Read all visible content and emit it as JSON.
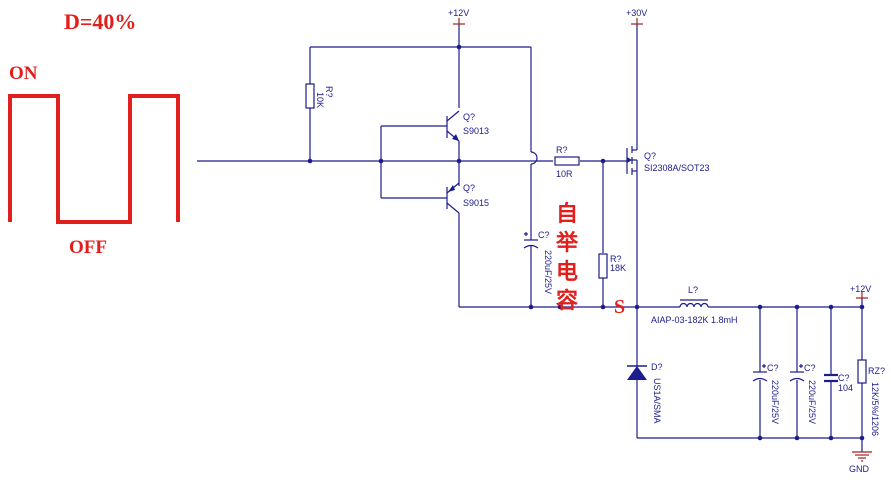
{
  "annotations": {
    "duty": "D=40%",
    "on": "ON",
    "off": "OFF",
    "bootstrap": [
      "自",
      "举",
      "电",
      "容"
    ],
    "switch_node": "S"
  },
  "power": {
    "vcc_driver": "+12V",
    "vin": "+30V",
    "vout": "+12V",
    "ground": "GND"
  },
  "components": {
    "r_pullup": {
      "ref": "R?",
      "value": "10K"
    },
    "q_npn": {
      "ref": "Q?",
      "value": "S9013"
    },
    "q_pnp": {
      "ref": "Q?",
      "value": "S9015"
    },
    "r_gate": {
      "ref": "R?",
      "value": "10R"
    },
    "q_mosfet": {
      "ref": "Q?",
      "value": "SI2308A/SOT23"
    },
    "c_boot": {
      "ref": "C?",
      "value": "220uF/25V"
    },
    "r_gs": {
      "ref": "R?",
      "value": "18K"
    },
    "inductor": {
      "ref": "L?",
      "value": "AIAP-03-182K 1.8mH"
    },
    "diode": {
      "ref": "D?",
      "value": "US1A/SMA"
    },
    "c_out1": {
      "ref": "C?",
      "value": "220uF/25V"
    },
    "c_out2": {
      "ref": "C?",
      "value": "220uF/25V"
    },
    "c_out3": {
      "ref": "C?",
      "value": "104"
    },
    "r_load": {
      "ref": "RZ?",
      "value": "12K/5%/1206"
    }
  },
  "colors": {
    "wire": "#1c1c8c",
    "junction": "#1c1c8c",
    "diode_fill": "#1c1c8c",
    "power_symbol": "#a02020",
    "annotation": "#e0201c",
    "waveform": "#e0201c"
  }
}
